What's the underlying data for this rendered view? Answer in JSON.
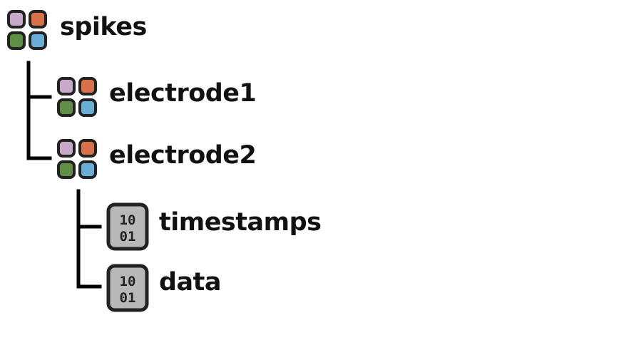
{
  "tree": {
    "root": {
      "label": "spikes",
      "icon": "group-icon",
      "children": [
        {
          "label": "electrode1",
          "icon": "group-icon"
        },
        {
          "label": "electrode2",
          "icon": "group-icon",
          "children": [
            {
              "label": "timestamps",
              "icon": "dataset-icon",
              "icon_text": [
                "10",
                "01"
              ]
            },
            {
              "label": "data",
              "icon": "dataset-icon",
              "icon_text": [
                "10",
                "01"
              ]
            }
          ]
        }
      ]
    }
  },
  "colors": {
    "group_top_left": "#c9a9c9",
    "group_top_right": "#d9724a",
    "group_bottom_left": "#5f8f45",
    "group_bottom_right": "#6aaed6",
    "outline": "#222222",
    "dataset_fill": "#b8b8b8",
    "connector": "#000000"
  }
}
